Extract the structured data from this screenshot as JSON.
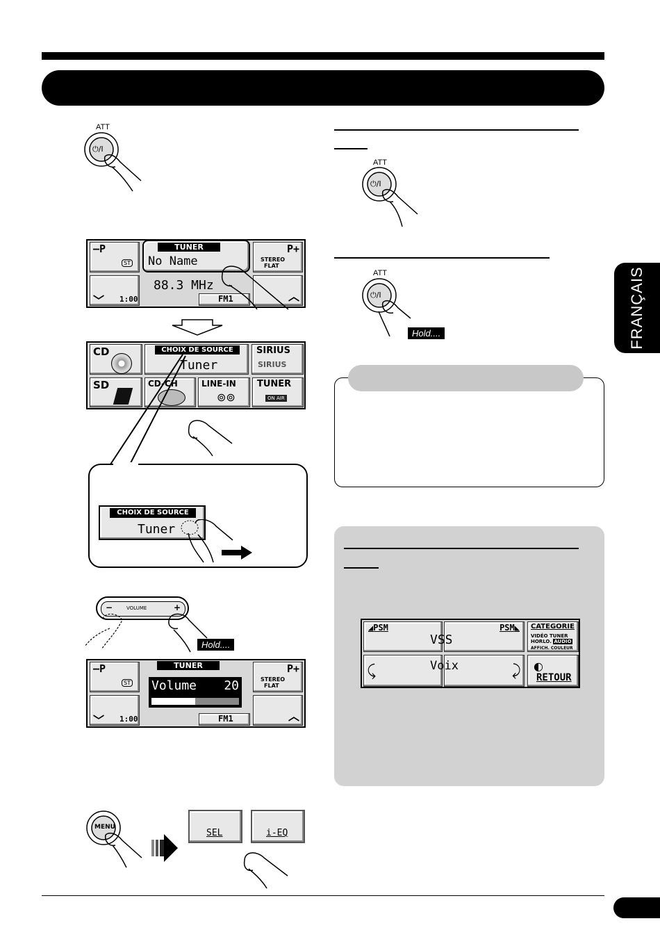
{
  "side_tab": "FRANÇAIS",
  "att_label": "ATT",
  "power_symbol": "⏻/I",
  "hold_label": "Hold....",
  "menu_label": "MENU",
  "volume_label": "VOLUME",
  "tuner_display": {
    "p_minus": "–P",
    "p_plus": "P+",
    "tag": "TUNER",
    "name": "No Name",
    "freq": "88.3 MHz",
    "st": "ST",
    "clock": "1:00",
    "band": "FM1",
    "stereo": "STEREO",
    "flat": "FLAT"
  },
  "source_display": {
    "tag": "CHOIX DE SOURCE",
    "selected": "Tuner",
    "cd": "CD",
    "sirius": "SIRIUS",
    "sirius_logo": "SIRIUS",
    "sd": "SD",
    "cdch": "CD-CH",
    "linein": "LINE-IN",
    "tuner": "TUNER",
    "onair": "ON AIR"
  },
  "callout": {
    "tag": "CHOIX DE SOURCE",
    "selected": "Tuner"
  },
  "volume_display": {
    "label": "Volume",
    "value": "20",
    "level": 0.5
  },
  "menu_keys": {
    "sel": "SEL",
    "ieq": "i-EQ"
  },
  "vss_display": {
    "psm_left": "PSM",
    "psm_right": "PSM",
    "vss": "VSS",
    "voix": "Voix",
    "categorie": "CATEGORIE",
    "cat_line1": "VIDÉO TUNER",
    "cat_line2": "HORLO.",
    "cat_audio": "AUDIO",
    "cat_line3": "AFFICH. COULEUR",
    "retour": "RETOUR"
  }
}
